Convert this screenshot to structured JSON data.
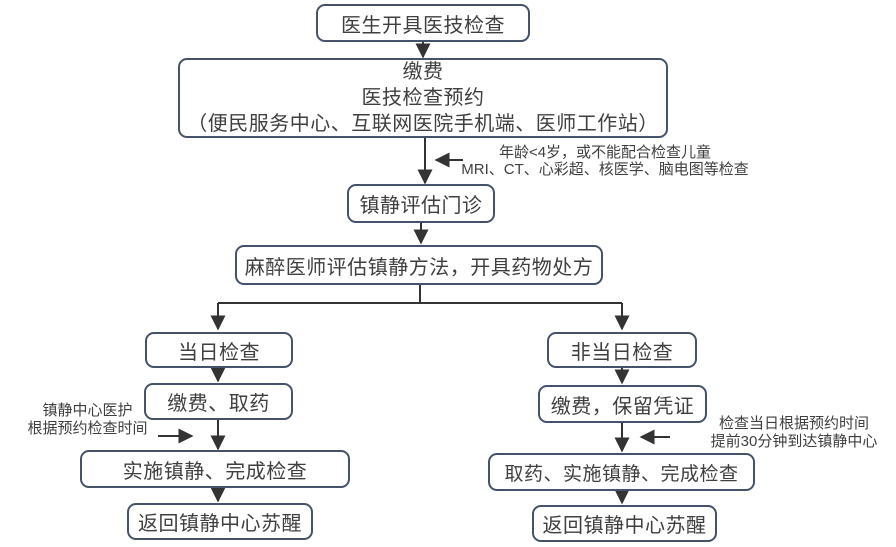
{
  "diagram": {
    "colors": {
      "background": "#ffffff",
      "box_border": "#44536a",
      "text": "#3f3f3f",
      "connector": "#333333"
    },
    "nodes": {
      "doctor_order": "医生开具医技检查",
      "payment_booking": {
        "line1": "缴费",
        "line2": "医技检查预约",
        "line3": "（便民服务中心、互联网医院手机端、医师工作站）"
      },
      "sedation_clinic": "镇静评估门诊",
      "anesthesia_assessment": "麻醉医师评估镇静方法，开具药物处方",
      "same_day_exam": "当日检查",
      "same_day_pay_collect": "缴费、取药",
      "same_day_perform": "实施镇静、完成检查",
      "same_day_return": "返回镇静中心苏醒",
      "non_same_day_exam": "非当日检查",
      "non_same_day_pay": "缴费，保留凭证",
      "non_same_day_perform": "取药、实施镇静、完成检查",
      "non_same_day_return": "返回镇静中心苏醒"
    },
    "annotations": {
      "age_criteria": {
        "line1": "年龄<4岁，或不能配合检查儿童",
        "line2": "MRI、CT、心彩超、核医学、脑电图等检查"
      },
      "left_note": {
        "line1": "镇静中心医护",
        "line2": "根据预约检查时间"
      },
      "right_note": {
        "line1": "检查当日根据预约时间",
        "line2": "提前30分钟到达镇静中心"
      }
    }
  }
}
